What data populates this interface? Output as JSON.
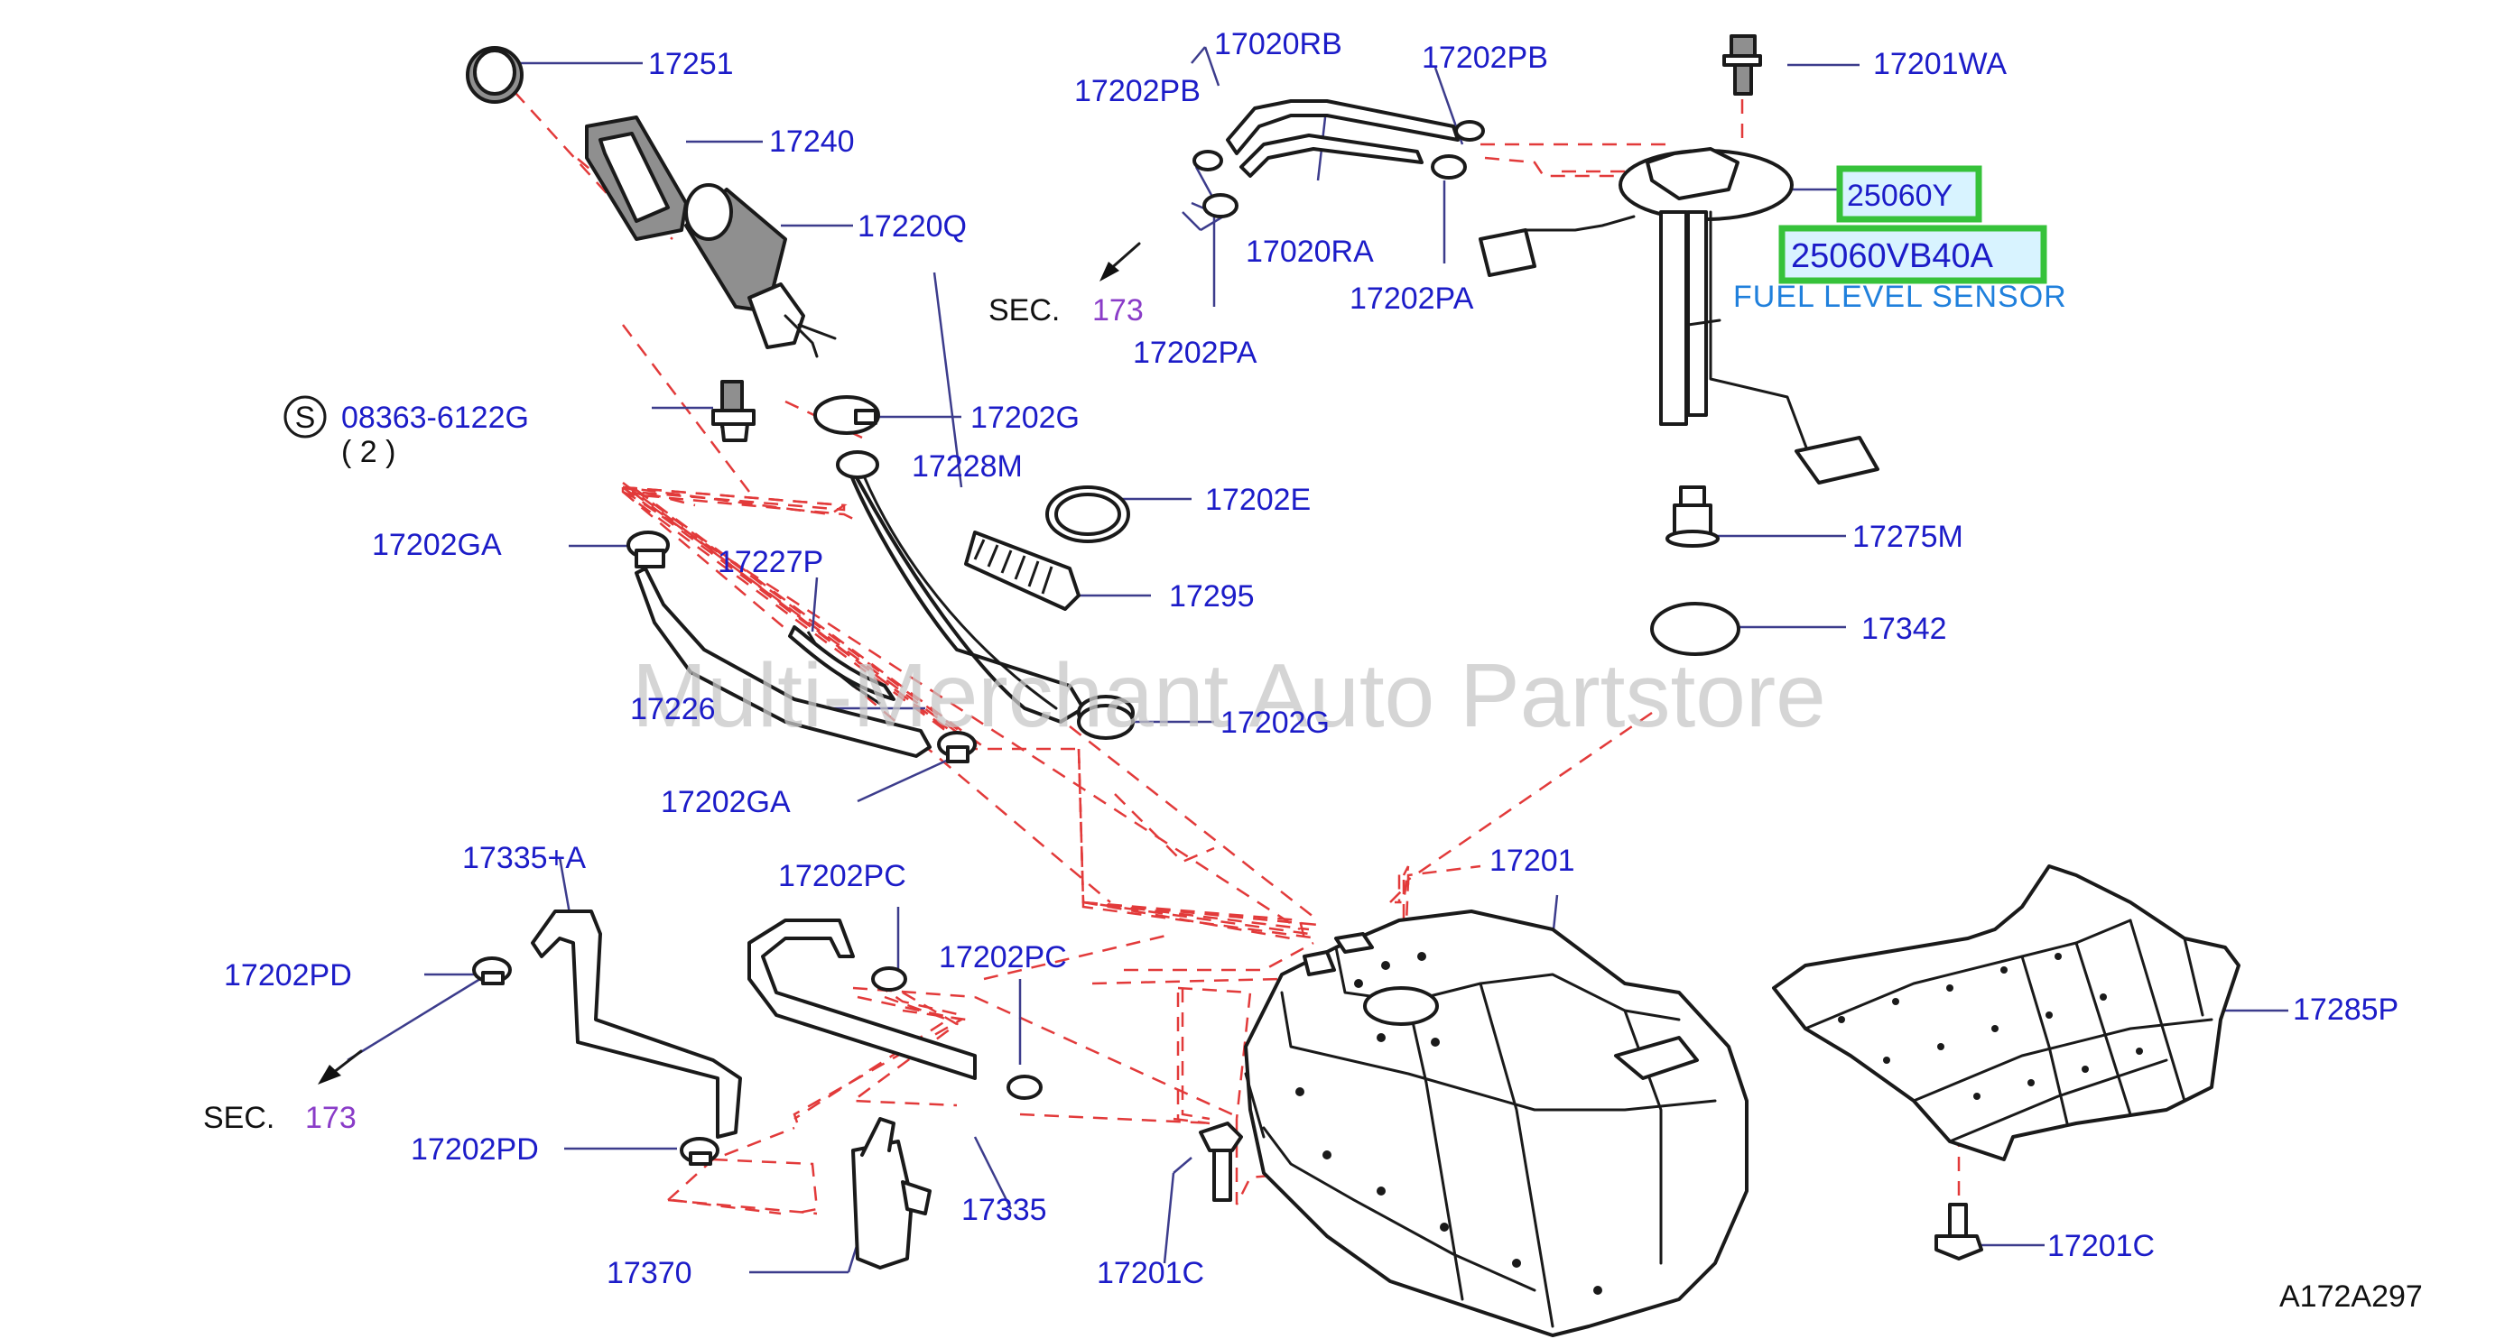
{
  "labels": {
    "p17251": "17251",
    "p17240": "17240",
    "p17220q": "17220Q",
    "p08363": "08363-6122G",
    "p08363_s": "S",
    "p08363_qty": "( 2 )",
    "p17202g_top": "17202G",
    "p17228m": "17228M",
    "p17202e": "17202E",
    "p17202ga_top": "17202GA",
    "p17227p": "17227P",
    "p17295": "17295",
    "p17226": "17226",
    "p17202g_mid": "17202G",
    "p17202ga_bot": "17202GA",
    "p17020rb": "17020RB",
    "p17202pb_left": "17202PB",
    "p17202pb_right": "17202PB",
    "p17020ra": "17020RA",
    "p17202pa_left": "17202PA",
    "p17202pa_right": "17202PA",
    "sec_top": "SEC.",
    "sec_top_num": "173",
    "p17201wa": "17201WA",
    "p25060y": "25060Y",
    "p25060vb40a": "25060VB40A",
    "fuel_level_sensor": "FUEL LEVEL SENSOR",
    "p17275m": "17275M",
    "p17342": "17342",
    "p17335a": "17335+A",
    "p17202pd_top": "17202PD",
    "sec_bot": "SEC.",
    "sec_bot_num": "173",
    "p17202pd_bot": "17202PD",
    "p17202pc_left": "17202PC",
    "p17202pc_right": "17202PC",
    "p17335": "17335",
    "p17370": "17370",
    "p17201c_left": "17201C",
    "p17201": "17201",
    "p17285p": "17285P",
    "p17201c_right": "17201C",
    "diagram_code": "A172A297"
  },
  "watermark": "Multi-Merchant Auto Partstore",
  "highlight_color": "#36c23a",
  "label_color": "#1c1cc8",
  "sec_number_color": "#8a3cc8",
  "sensor_caption_color": "#2080dc",
  "connection_line_color": "#e23a3a"
}
